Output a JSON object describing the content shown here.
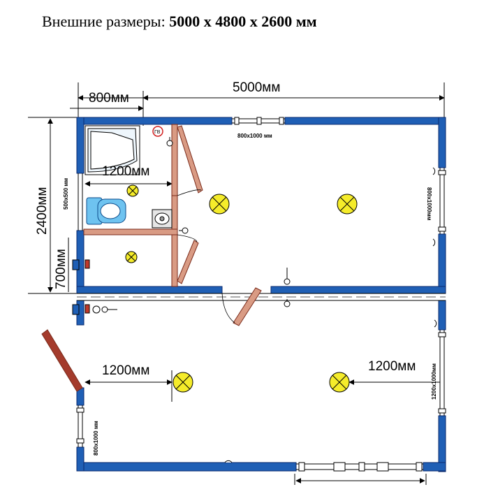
{
  "heading": {
    "label": "Внешние размеры:",
    "value": "5000 x 4800 x 2600 мм"
  },
  "dimensions": {
    "total_width": "5000мм",
    "toilet_width": "800мм",
    "shower_length": "1200мм",
    "left_height": "2400мм",
    "corridor_height": "700мм",
    "left_room_1200": "1200мм",
    "right_room_1200": "1200мм"
  },
  "windows": {
    "top": "800x1000 мм",
    "right_upper": "800x1000мм",
    "right_lower": "1200x1000мм",
    "left_lower": "800x1000 мм",
    "left_small": "500x500 мм"
  },
  "fixtures": {
    "boiler_label": "ГВ"
  },
  "colors": {
    "wall": "#1f5fb5",
    "wall_outline": "#0a2a6e",
    "door": "#d99b84",
    "door_outline": "#7a2a1a",
    "lamp": "#f5ec2a",
    "sink": "#6ec3f0"
  }
}
